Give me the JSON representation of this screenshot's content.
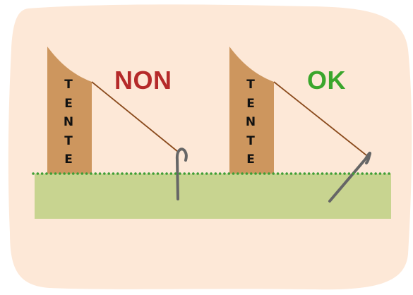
{
  "left_panel": {
    "tent_letters": [
      "T",
      "E",
      "N",
      "T",
      "E"
    ],
    "verdict_label": "NON",
    "verdict_color": "#b52a2a"
  },
  "right_panel": {
    "tent_letters": [
      "T",
      "E",
      "N",
      "T",
      "E"
    ],
    "verdict_label": "OK",
    "verdict_color": "#3aa62c"
  },
  "colors": {
    "background_blob": "#fde8d7",
    "ground": "#c8d490",
    "ground_dotted_line": "#3f9e35",
    "tent": "#cd965e",
    "guy_rope": "#8a4a1c",
    "stake": "#666666"
  },
  "icons": {
    "left_stake": "vertical-hook-stake-icon",
    "right_stake": "angled-hook-stake-icon"
  }
}
